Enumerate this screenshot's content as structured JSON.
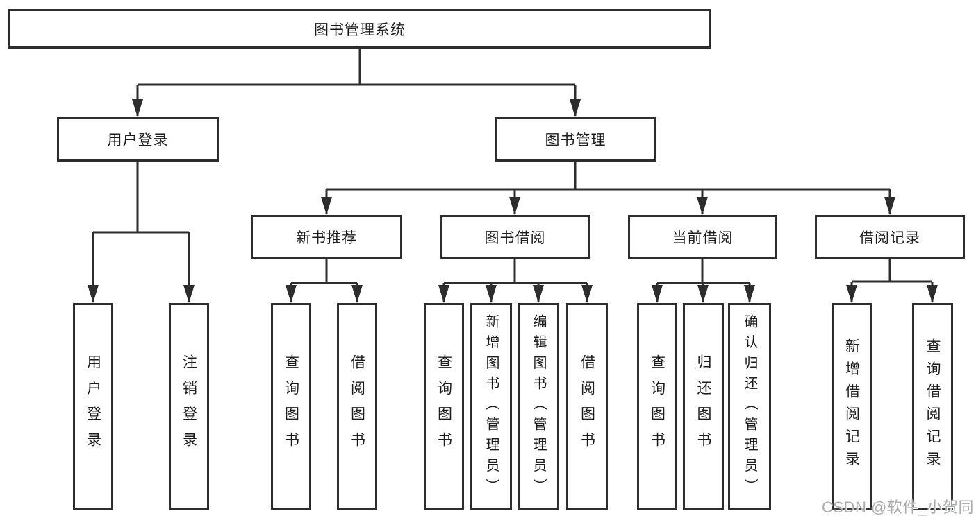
{
  "colors": {
    "line": "#2d2d2d",
    "box_border": "#2d2d2d",
    "text": "#1c1c1c",
    "watermark": "#a9abad",
    "background": "#ffffff"
  },
  "watermark": "CSDN @软件_小贺同学",
  "tree": {
    "root": "图书管理系统",
    "children": [
      {
        "label": "用户登录",
        "children": [
          "用户登录",
          "注销登录"
        ]
      },
      {
        "label": "图书管理",
        "children": [
          {
            "label": "新书推荐",
            "children": [
              "查询图书",
              "借阅图书"
            ]
          },
          {
            "label": "图书借阅",
            "children": [
              "查询图书",
              "新增图书（管理员）",
              "编辑图书（管理员）",
              "借阅图书"
            ]
          },
          {
            "label": "当前借阅",
            "children": [
              "查询图书",
              "归还图书",
              "确认归还（管理员）"
            ]
          },
          {
            "label": "借阅记录",
            "children": [
              "新增借阅记录",
              "查询借阅记录"
            ]
          }
        ]
      }
    ]
  }
}
